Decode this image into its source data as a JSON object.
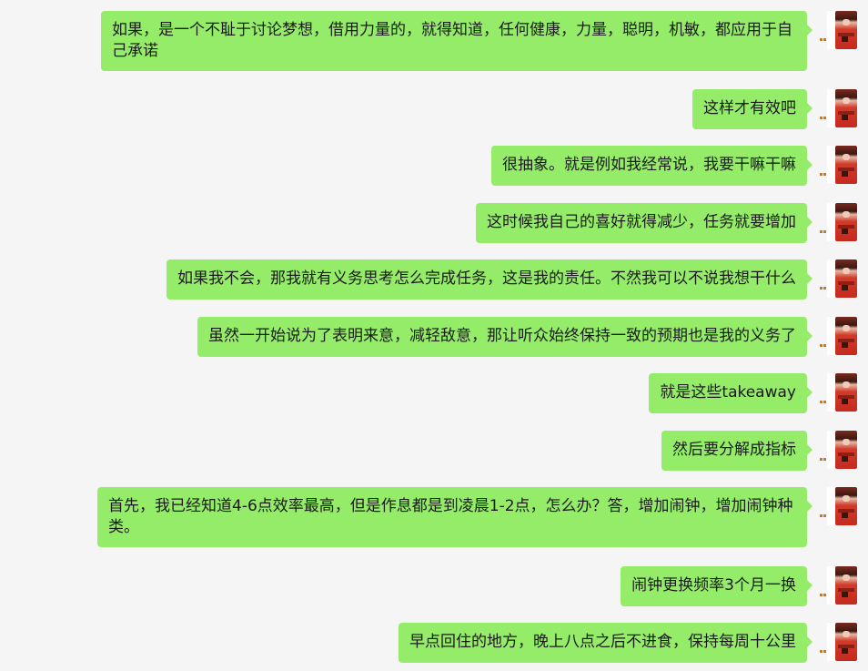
{
  "messages": [
    {
      "text": "如果，是一个不耻于讨论梦想，借用力量的，就得知道，任何健康，力量，聪明，机敏，都应用于自己承诺"
    },
    {
      "text": "这样才有效吧"
    },
    {
      "text": "很抽象。就是例如我经常说，我要干嘛干嘛"
    },
    {
      "text": "这时候我自己的喜好就得减少，任务就要增加"
    },
    {
      "text": "如果我不会，那我就有义务思考怎么完成任务，这是我的责任。不然我可以不说我想干什么"
    },
    {
      "text": "虽然一开始说为了表明来意，减轻敌意，那让听众始终保持一致的预期也是我的义务了"
    },
    {
      "text": "就是这些takeaway"
    },
    {
      "text": "然后要分解成指标"
    },
    {
      "text": "首先，我已经知道4-6点效率最高，但是作息都是到凌晨1-2点，怎么办？答，增加闹钟，增加闹钟种类。"
    },
    {
      "text": "闹钟更换频率3个月一换"
    },
    {
      "text": "早点回住的地方，晚上八点之后不进食，保持每周十公里"
    }
  ],
  "colors": {
    "background": "#f5f5f5",
    "bubble": "#95ec69",
    "text": "#1a1a1a"
  },
  "icons": {
    "avatar": "user-avatar-photo",
    "status": "sending-dots-icon"
  }
}
